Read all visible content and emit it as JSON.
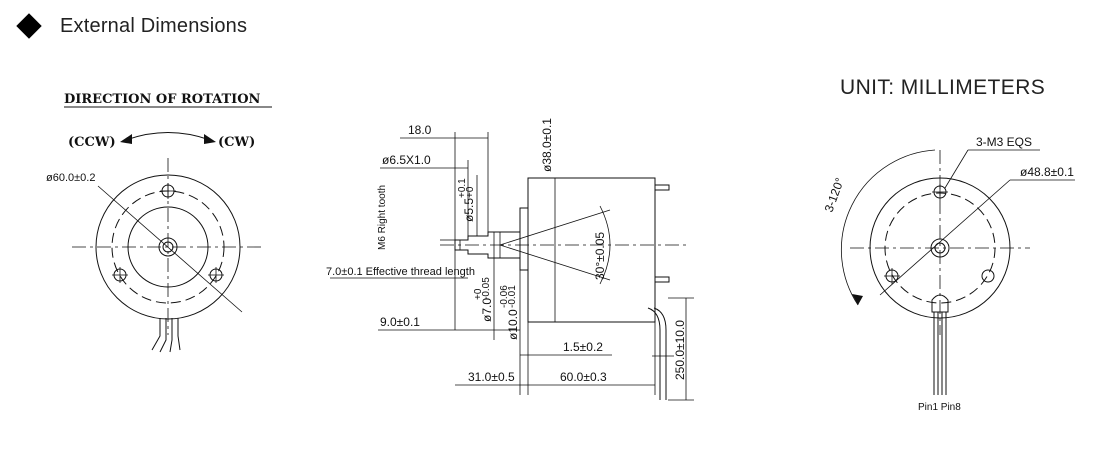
{
  "header": {
    "title": "External Dimensions"
  },
  "unit_label": "UNIT: MILLIMETERS",
  "rotation": {
    "title": "DIRECTION OF ROTATION",
    "ccw": "(CCW)",
    "cw": "(CW)"
  },
  "front_view": {
    "outer_diameter": "ø60.0±0.2"
  },
  "side_view": {
    "dim_18": "18.0",
    "dim_6_5": "ø6.5X1.0",
    "dim_5_5": "ø5.5",
    "dim_5_5_tol_top": "+0.1",
    "dim_5_5_tol_bot": "+0",
    "dim_38": "ø38.0±0.1",
    "m6": "M6 Right tooth",
    "dim_30": "30°±0.05",
    "thread_len": "7.0±0.1 Effective thread length",
    "dim_7": "ø7.0",
    "dim_7_tol_top": "+0",
    "dim_7_tol_bot": "-0.05",
    "dim_10": "ø10.0",
    "dim_10_tol_top": "-0.06",
    "dim_10_tol_bot": "-0.01",
    "dim_9": "9.0±0.1",
    "dim_1_5": "1.5±0.2",
    "dim_31": "31.0±0.5",
    "dim_60": "60.0±0.3",
    "dim_250": "250.0±10.0"
  },
  "rear_view": {
    "holes": "3-M3 EQS",
    "pcd": "ø48.8±0.1",
    "angle": "3-120°",
    "pins": "Pin1  Pin8"
  }
}
